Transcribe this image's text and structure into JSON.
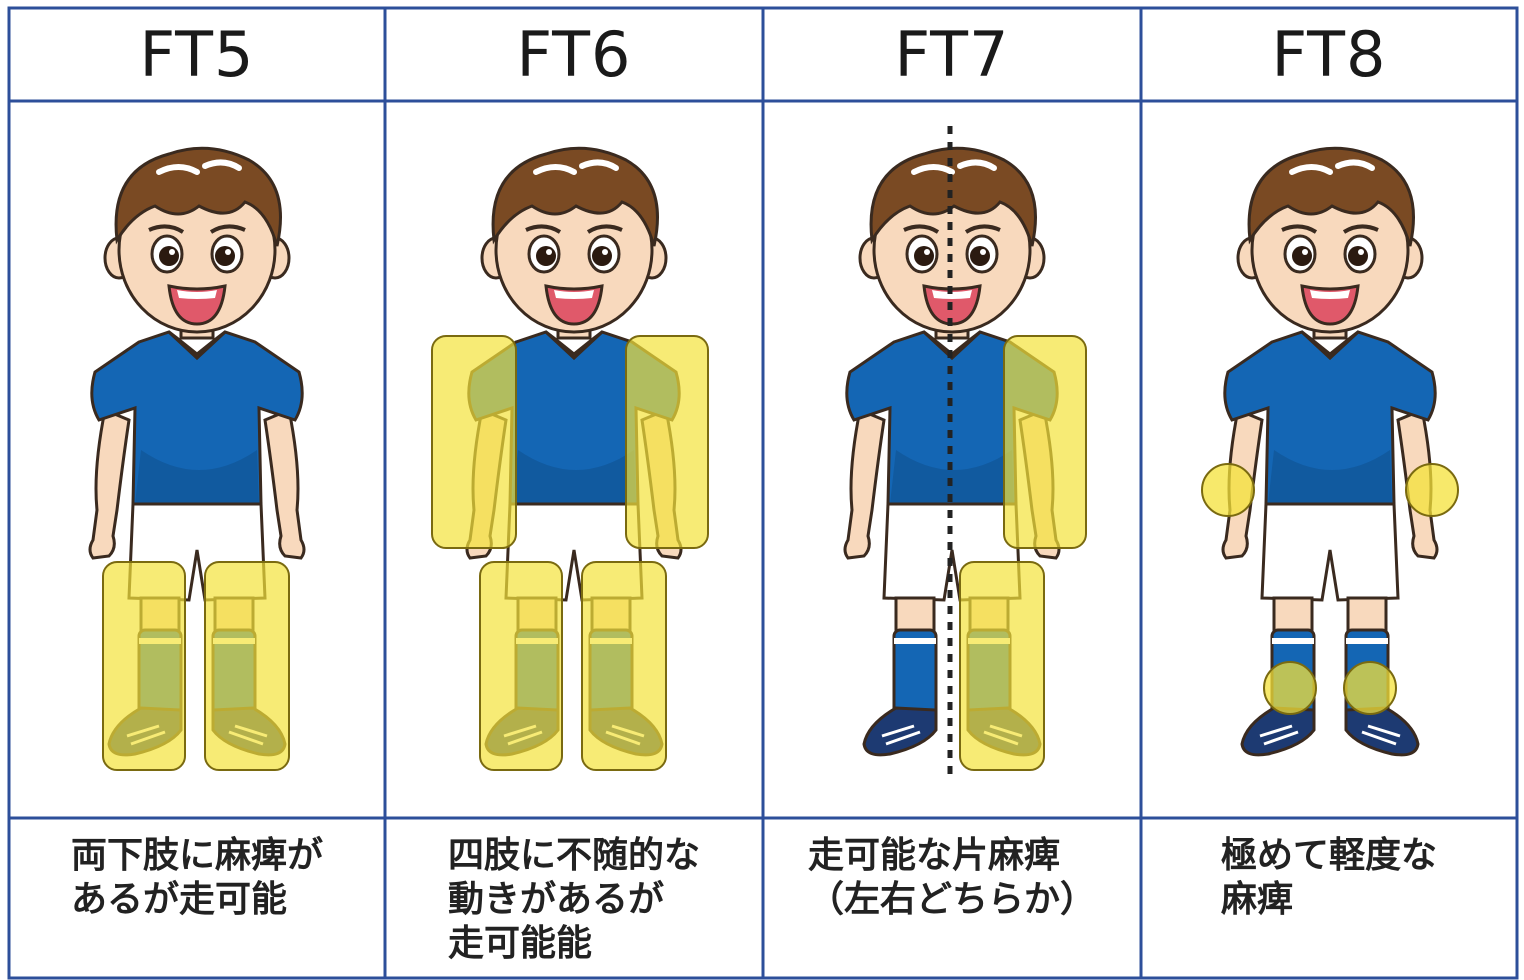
{
  "colors": {
    "border": "#2d4f9a",
    "jersey": "#1466b4",
    "jersey_dark": "#0d4d8a",
    "hair": "#7a4a23",
    "skin": "#f8d9bd",
    "shoe": "#1d3a72",
    "highlight": "#f4e23a"
  },
  "columns": [
    {
      "header": "FT5",
      "description": [
        "両下肢に麻痺が",
        "あるが走可能"
      ],
      "highlight": "legs"
    },
    {
      "header": "FT6",
      "description": [
        "四肢に不随的な",
        "動きがあるが",
        "走可能能"
      ],
      "highlight": "arms-and-legs"
    },
    {
      "header": "FT7",
      "description": [
        "走可能な片麻痺",
        "（左右どちらか）"
      ],
      "highlight": "one-side"
    },
    {
      "header": "FT8",
      "description": [
        "極めて軽度な",
        "麻痺"
      ],
      "highlight": "wrists-and-ankles"
    }
  ]
}
